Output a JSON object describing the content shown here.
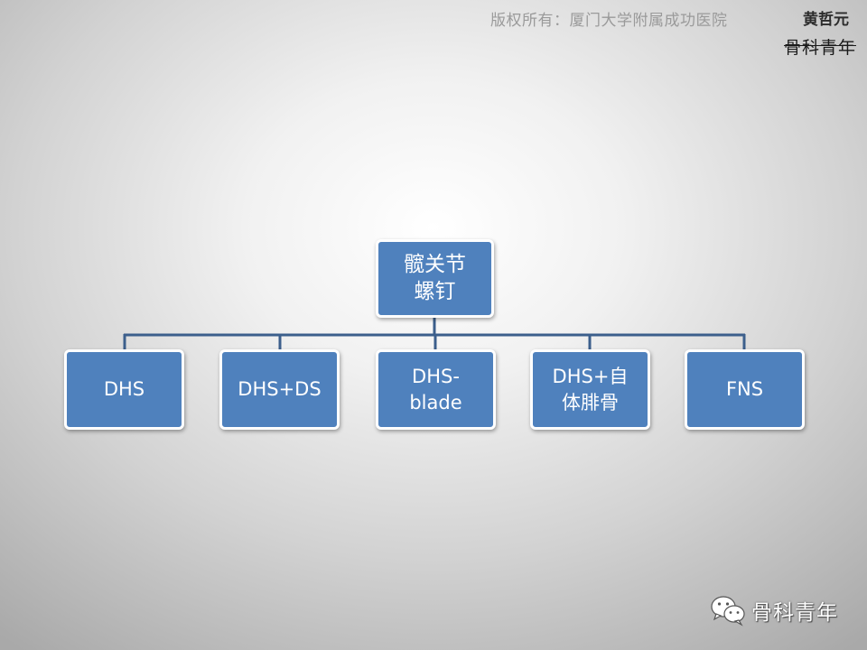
{
  "header": {
    "copyright": "版权所有：厦门大学附属成功医院",
    "author": "黄哲元",
    "logo_text": "骨科青年"
  },
  "diagram": {
    "root": {
      "line1": "髋关节",
      "line2": "螺钉"
    },
    "children": [
      {
        "line1": "DHS",
        "line2": ""
      },
      {
        "line1": "DHS+DS",
        "line2": ""
      },
      {
        "line1": "DHS-",
        "line2": "blade"
      },
      {
        "line1": "DHS+自",
        "line2": "体腓骨"
      },
      {
        "line1": "FNS",
        "line2": ""
      }
    ],
    "colors": {
      "node_fill": "#4f81bd",
      "node_border": "#ffffff",
      "connector": "#3c5f8c"
    }
  },
  "watermark": {
    "icon": "wechat-icon",
    "text": "骨科青年"
  }
}
